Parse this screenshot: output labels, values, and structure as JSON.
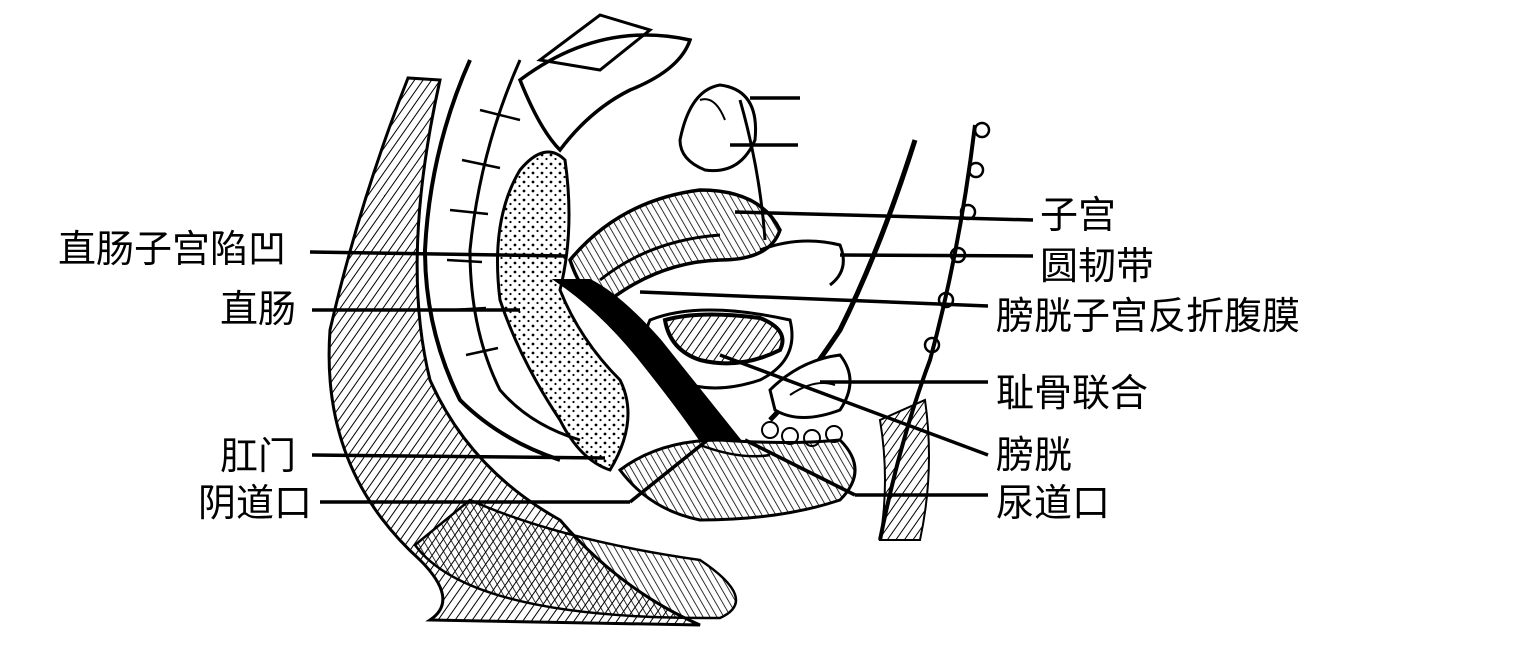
{
  "labels": {
    "uterus": "子宫",
    "round_ligament": "圆韧带",
    "vesicouterine_fold": "膀胱子宫反折腹膜",
    "pubic_symphysis": "耻骨联合",
    "bladder": "膀胱",
    "urethral_orifice": "尿道口",
    "rectouterine_pouch": "直肠子宫陷凹",
    "rectum": "直肠",
    "anus": "肛门",
    "vaginal_orifice": "阴道口"
  },
  "colors": {
    "ink": "#000000",
    "paper": "#ffffff"
  }
}
